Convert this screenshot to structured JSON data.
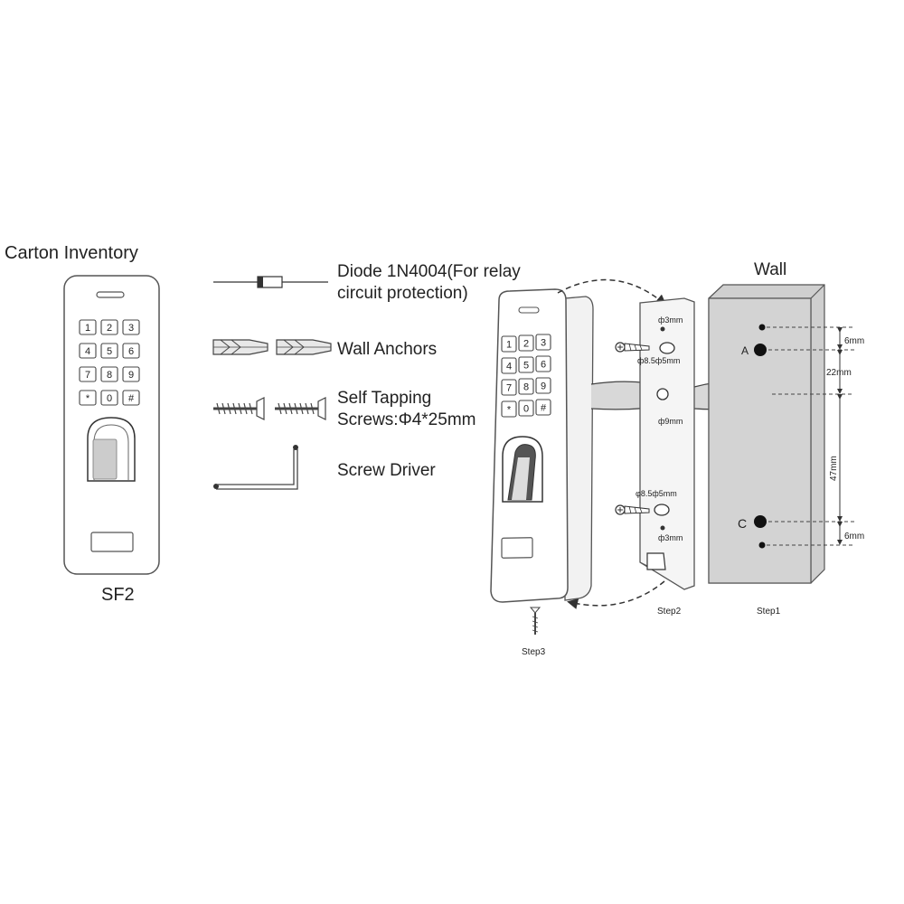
{
  "inventory": {
    "title": "Carton Inventory",
    "model": "SF2",
    "keypad_keys": [
      "1",
      "2",
      "3",
      "4",
      "5",
      "6",
      "7",
      "8",
      "9",
      "*",
      "0",
      "#"
    ],
    "items": [
      {
        "name": "diode",
        "line1": "Diode 1N4004(For relay",
        "line2": "circuit protection)"
      },
      {
        "name": "wall-anchors",
        "line1": "Wall Anchors",
        "line2": ""
      },
      {
        "name": "screws",
        "line1": "Self Tapping",
        "line2": "Screws:Φ4*25mm"
      },
      {
        "name": "screw-driver",
        "line1": "Screw Driver",
        "line2": ""
      }
    ]
  },
  "installation": {
    "wall_label": "Wall",
    "hole_a": "A",
    "hole_c": "C",
    "step1": "Step1",
    "step2": "Step2",
    "step3": "Step3",
    "dims": {
      "top_gap": "6mm",
      "upper_gap": "22mm",
      "middle_gap": "47mm",
      "bottom_gap": "6mm"
    },
    "plate_labels": {
      "top_hole": "ф3mm",
      "upper_slot": "ф8.5ф5mm",
      "center_hole": "ф9mm",
      "lower_slot": "φ8.5ф5mm",
      "bottom_hole": "ф3mm"
    }
  }
}
